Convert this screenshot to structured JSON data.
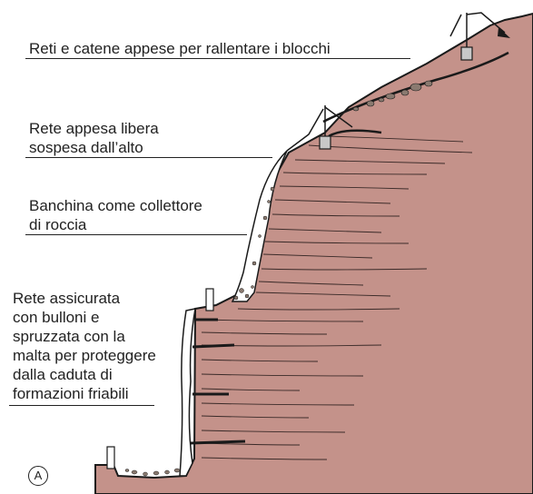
{
  "labels": {
    "label_1": "Reti e catene appese per rallentare i blocchi",
    "label_2": [
      "Rete appesa libera",
      "sospesa dall’alto"
    ],
    "label_3": [
      "Banchina come collettore",
      "di roccia"
    ],
    "label_4": [
      "Rete assicurata",
      "con bulloni e",
      "spruzzata con la",
      "malta per proteggere",
      "dalla caduta di",
      "formazioni friabili"
    ],
    "figure_letter": "A"
  },
  "colors": {
    "rock": "#c4928a",
    "outline": "#1a1a1a",
    "net": "#ffffff",
    "debris": "#8a7a70",
    "post": "#c8c8c8"
  }
}
